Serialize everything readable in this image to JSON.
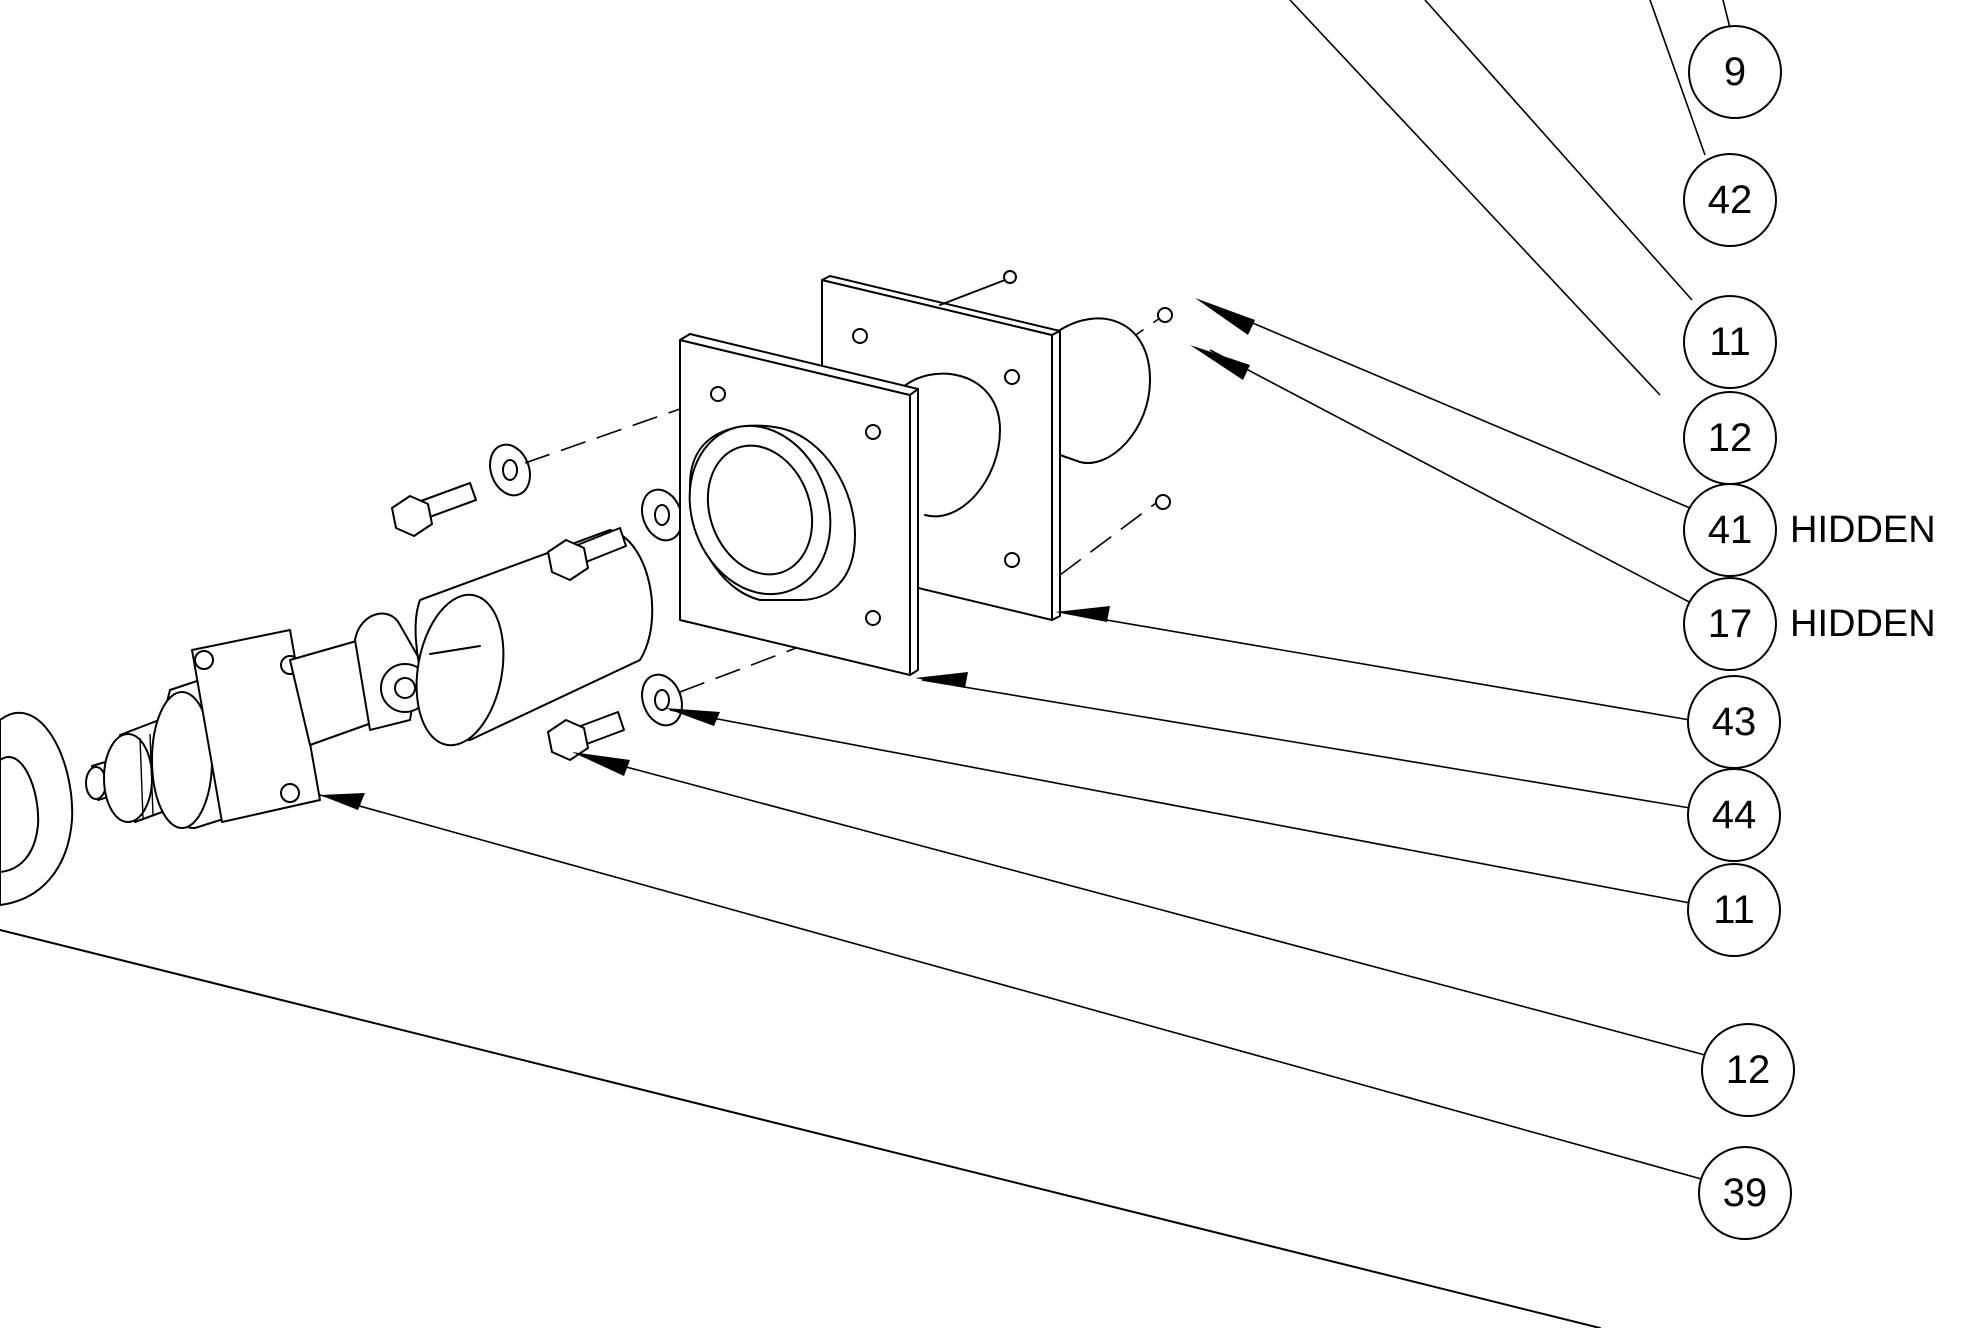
{
  "callouts": [
    {
      "id": "c9",
      "label": "9",
      "note": ""
    },
    {
      "id": "c42",
      "label": "42",
      "note": ""
    },
    {
      "id": "c11a",
      "label": "11",
      "note": ""
    },
    {
      "id": "c12a",
      "label": "12",
      "note": ""
    },
    {
      "id": "c41",
      "label": "41",
      "note": "HIDDEN"
    },
    {
      "id": "c17",
      "label": "17",
      "note": "HIDDEN"
    },
    {
      "id": "c43",
      "label": "43",
      "note": ""
    },
    {
      "id": "c44",
      "label": "44",
      "note": ""
    },
    {
      "id": "c11b",
      "label": "11",
      "note": ""
    },
    {
      "id": "c12b",
      "label": "12",
      "note": ""
    },
    {
      "id": "c39",
      "label": "39",
      "note": ""
    }
  ]
}
